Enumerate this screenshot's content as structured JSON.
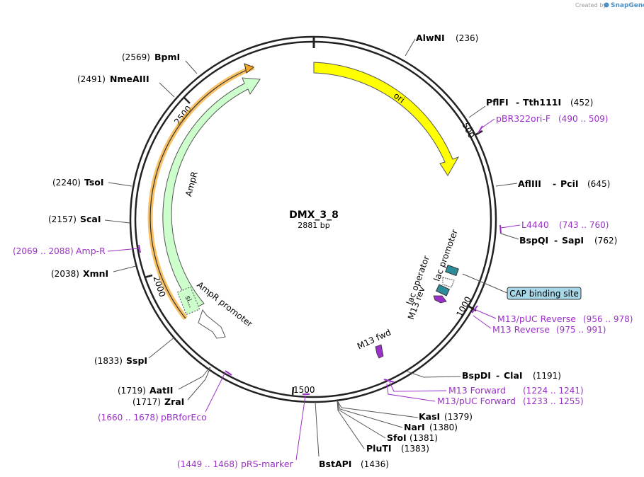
{
  "credit": {
    "prefix": "Created by",
    "brand": "SnapGene"
  },
  "plasmid": {
    "name": "DMX_3_8",
    "length_label": "2881 bp"
  },
  "tick_labels": [
    "500",
    "1000",
    "1500",
    "2000",
    "2500"
  ],
  "features": {
    "ori": "ori",
    "ampr": "AmpR",
    "ampr_promoter": "AmpR promoter",
    "signal": "si...",
    "lac_operator": "lac operator",
    "lac_promoter": "lac promoter",
    "m13_rev": "M13 rev",
    "m13_fwd": "M13 fwd",
    "cap_site": "CAP binding site"
  },
  "sites": [
    {
      "name": "AlwNI",
      "pos": "(236)"
    },
    {
      "name": "PflFI",
      "sep": "-",
      "name2": "Tth111I",
      "pos": "(452)"
    },
    {
      "name": "AflIII",
      "sep": "-",
      "name2": "PciI",
      "pos": "(645)"
    },
    {
      "name": "BspQI",
      "sep": "-",
      "name2": "SapI",
      "pos": "(762)"
    },
    {
      "name": "BspDI",
      "sep": "-",
      "name2": "ClaI",
      "pos": "(1191)"
    },
    {
      "name": "KasI",
      "pos": "(1379)"
    },
    {
      "name": "NarI",
      "pos": "(1380)"
    },
    {
      "name": "SfoI",
      "pos": "(1381)"
    },
    {
      "name": "PluTI",
      "pos": "(1383)"
    },
    {
      "name": "BstAPI",
      "pos": "(1436)"
    },
    {
      "name": "SspI",
      "pos": "(1833)"
    },
    {
      "name": "AatII",
      "pos": "(1719)"
    },
    {
      "name": "ZraI",
      "pos": "(1717)"
    },
    {
      "name": "XmnI",
      "pos": "(2038)"
    },
    {
      "name": "ScaI",
      "pos": "(2157)"
    },
    {
      "name": "TsoI",
      "pos": "(2240)"
    },
    {
      "name": "NmeAIII",
      "pos": "(2491)"
    },
    {
      "name": "BpmI",
      "pos": "(2569)"
    }
  ],
  "primers": [
    {
      "name": "pBR322ori-F",
      "range": "(490 .. 509)"
    },
    {
      "name": "L4440",
      "range": "(743 .. 760)"
    },
    {
      "name": "M13/pUC Reverse",
      "range": "(956 .. 978)"
    },
    {
      "name": "M13 Reverse",
      "range": "(975 .. 991)"
    },
    {
      "name": "M13 Forward",
      "range": "(1224 .. 1241)"
    },
    {
      "name": "M13/pUC Forward",
      "range": "(1233 .. 1255)"
    },
    {
      "name": "pBRforEco",
      "range": "(1660 .. 1678)"
    },
    {
      "name": "pRS-marker",
      "range": "(1449 .. 1468)"
    },
    {
      "name": "Amp-R",
      "range": "(2069 .. 2088)"
    }
  ],
  "colors": {
    "ori": "#ffff00",
    "ampr": "#ccffcc",
    "ampr_highlight": "#f5a623",
    "primer": "#9b30c8",
    "cap": "#2e8b9a",
    "cap_box": "#a8d8e8",
    "brand": "#4a90c8"
  }
}
